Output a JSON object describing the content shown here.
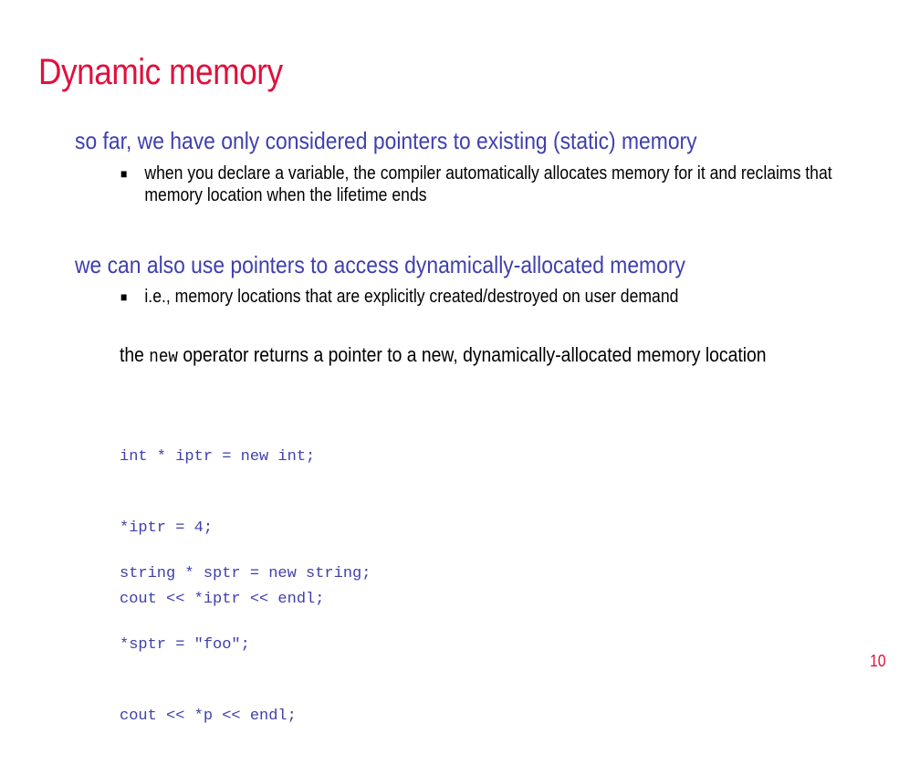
{
  "colors": {
    "title": "#E0103C",
    "level1": "#3F3FAE",
    "code": "#3F3FAE",
    "body": "#000000",
    "page_number": "#E0103C"
  },
  "slide": {
    "title": "Dynamic memory",
    "point1": "so far, we have only considered pointers to existing (static) memory",
    "point1_sub": "when you declare a variable, the compiler automatically allocates memory for it and reclaims that memory location when the lifetime ends",
    "point2": "we can also use pointers to access dynamically-allocated memory",
    "point2_sub": "i.e., memory locations that are explicitly created/destroyed on user demand",
    "new_line_before": "the ",
    "new_keyword": "new",
    "new_line_after": " operator returns a pointer to a new, dynamically-allocated memory location",
    "bullet_glyph": "■",
    "code_block_1": [
      "int * iptr = new int;",
      "*iptr = 4;",
      "cout << *iptr << endl;"
    ],
    "code_block_2": [
      "string * sptr = new string;",
      "*sptr = \"foo\";",
      "cout << *p << endl;"
    ],
    "page_number": "10"
  }
}
